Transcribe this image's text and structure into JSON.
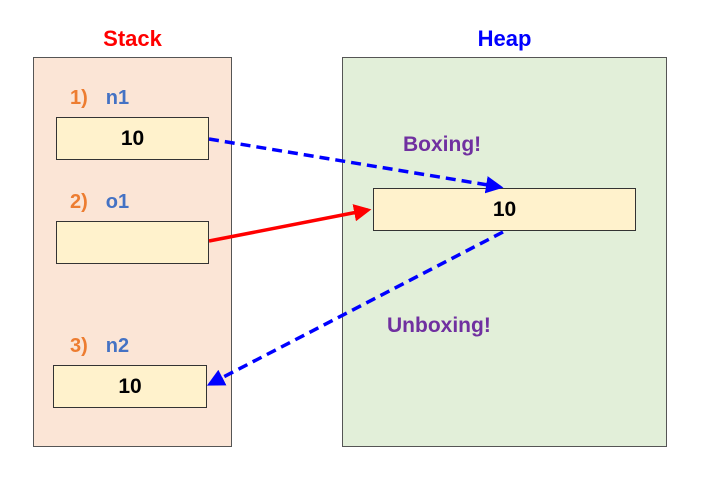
{
  "stack": {
    "title": "Stack",
    "variables": [
      {
        "index": "1)",
        "name": "n1",
        "value": "10"
      },
      {
        "index": "2)",
        "name": "o1",
        "value": ""
      },
      {
        "index": "3)",
        "name": "n2",
        "value": "10"
      }
    ]
  },
  "heap": {
    "title": "Heap",
    "object_value": "10"
  },
  "annotations": {
    "boxing": "Boxing!",
    "unboxing": "Unboxing!"
  },
  "colors": {
    "stack_title": "#ff0000",
    "heap_title": "#0000ff",
    "stack_bg": "#fbe5d6",
    "heap_bg": "#e2efd9",
    "cell_bg": "#fff2cc",
    "index_color": "#ed7d31",
    "name_color": "#4472c4",
    "annotation_color": "#7030a0",
    "copy_arrow": "#0000ff",
    "reference_arrow": "#ff0000"
  }
}
